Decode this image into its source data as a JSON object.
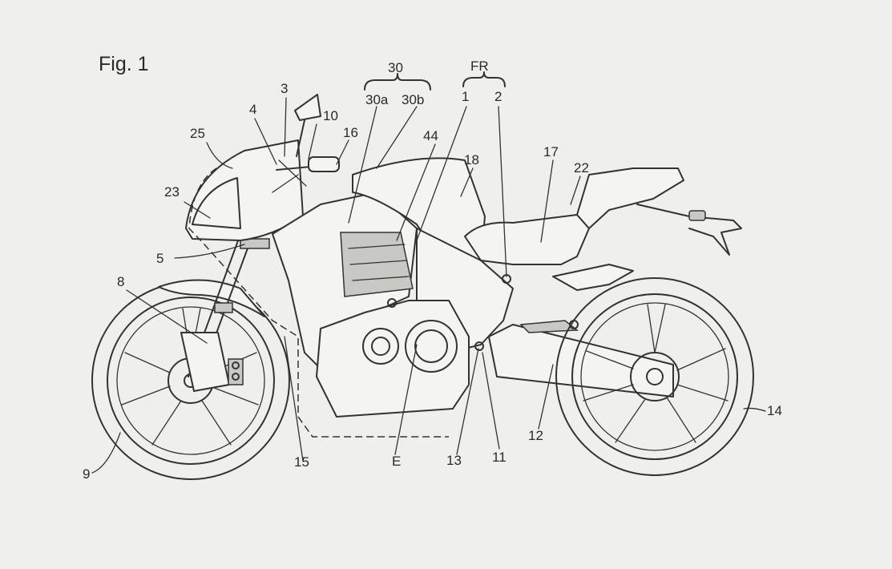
{
  "figure": {
    "title": "Fig. 1",
    "group_labels": {
      "g30": "30",
      "gFR": "FR"
    },
    "labels": {
      "l30a": "30a",
      "l30b": "30b",
      "l1": "1",
      "l2": "2",
      "l3": "3",
      "l4": "4",
      "l5": "5",
      "l8": "8",
      "l9": "9",
      "l10": "10",
      "l11": "11",
      "l12": "12",
      "l13": "13",
      "l14": "14",
      "l15": "15",
      "l16": "16",
      "l17": "17",
      "l18": "18",
      "l22": "22",
      "l23": "23",
      "l25": "25",
      "l44": "44",
      "lE": "E"
    }
  }
}
